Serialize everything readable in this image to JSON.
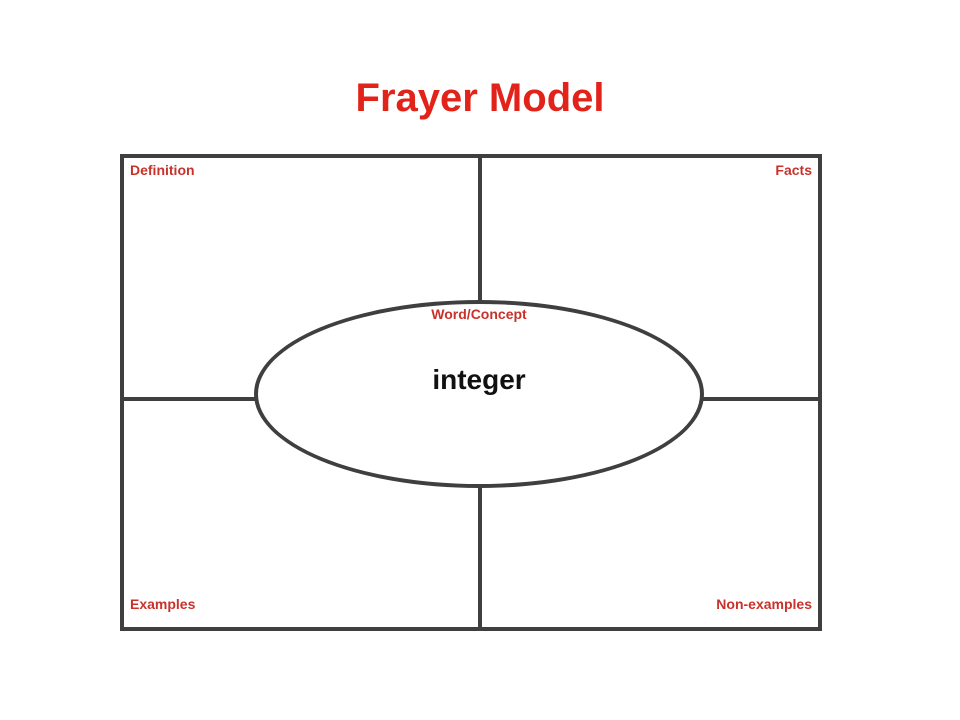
{
  "title": "Frayer Model",
  "quadrants": {
    "top_left": "Definition",
    "top_right": "Facts",
    "bottom_left": "Examples",
    "bottom_right": "Non-examples"
  },
  "center": {
    "label": "Word/Concept",
    "word": "integer"
  },
  "colors": {
    "title": "#e2231a",
    "labels": "#c8322b",
    "lines": "#3f3f3f",
    "word": "#111111"
  }
}
